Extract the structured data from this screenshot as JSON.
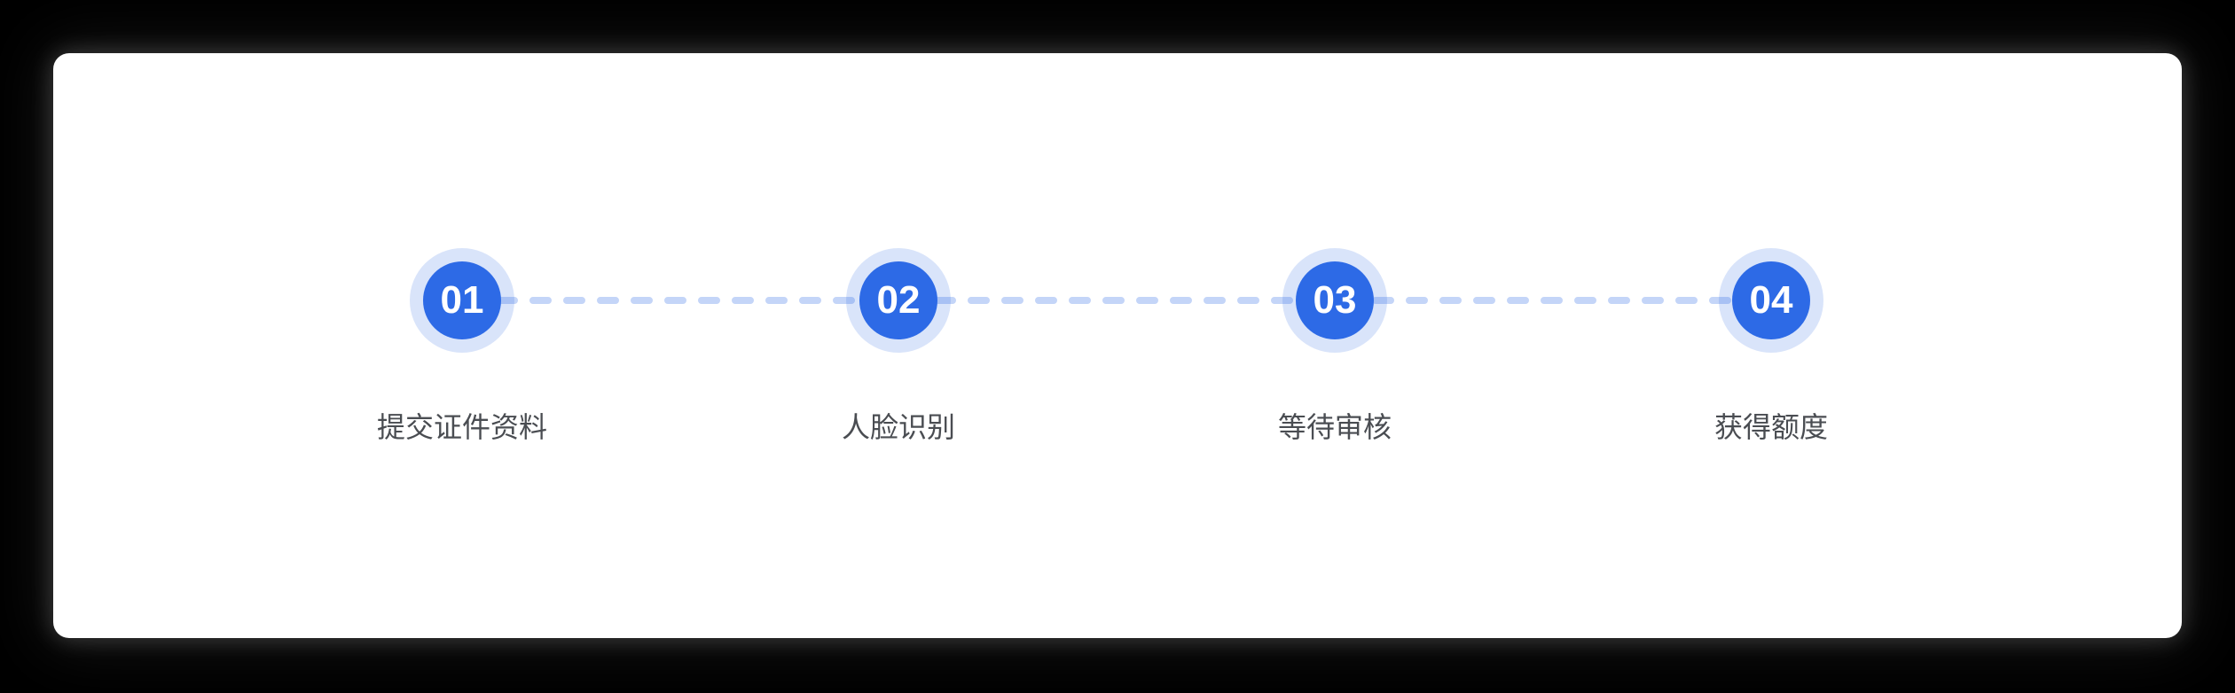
{
  "page": {
    "background_color": "#000000"
  },
  "card": {
    "background_color": "#ffffff"
  },
  "colors": {
    "step_circle_fill": "#2d6ae6",
    "step_halo_fill": "rgba(45,106,230,0.18)",
    "connector_color": "#c4d5f8",
    "step_number_color": "#ffffff",
    "step_label_color": "#4a4d52"
  },
  "stepper": {
    "steps": [
      {
        "number": "01",
        "label": "提交证件资料"
      },
      {
        "number": "02",
        "label": "人脸识别"
      },
      {
        "number": "03",
        "label": "等待审核"
      },
      {
        "number": "04",
        "label": "获得额度"
      }
    ]
  }
}
